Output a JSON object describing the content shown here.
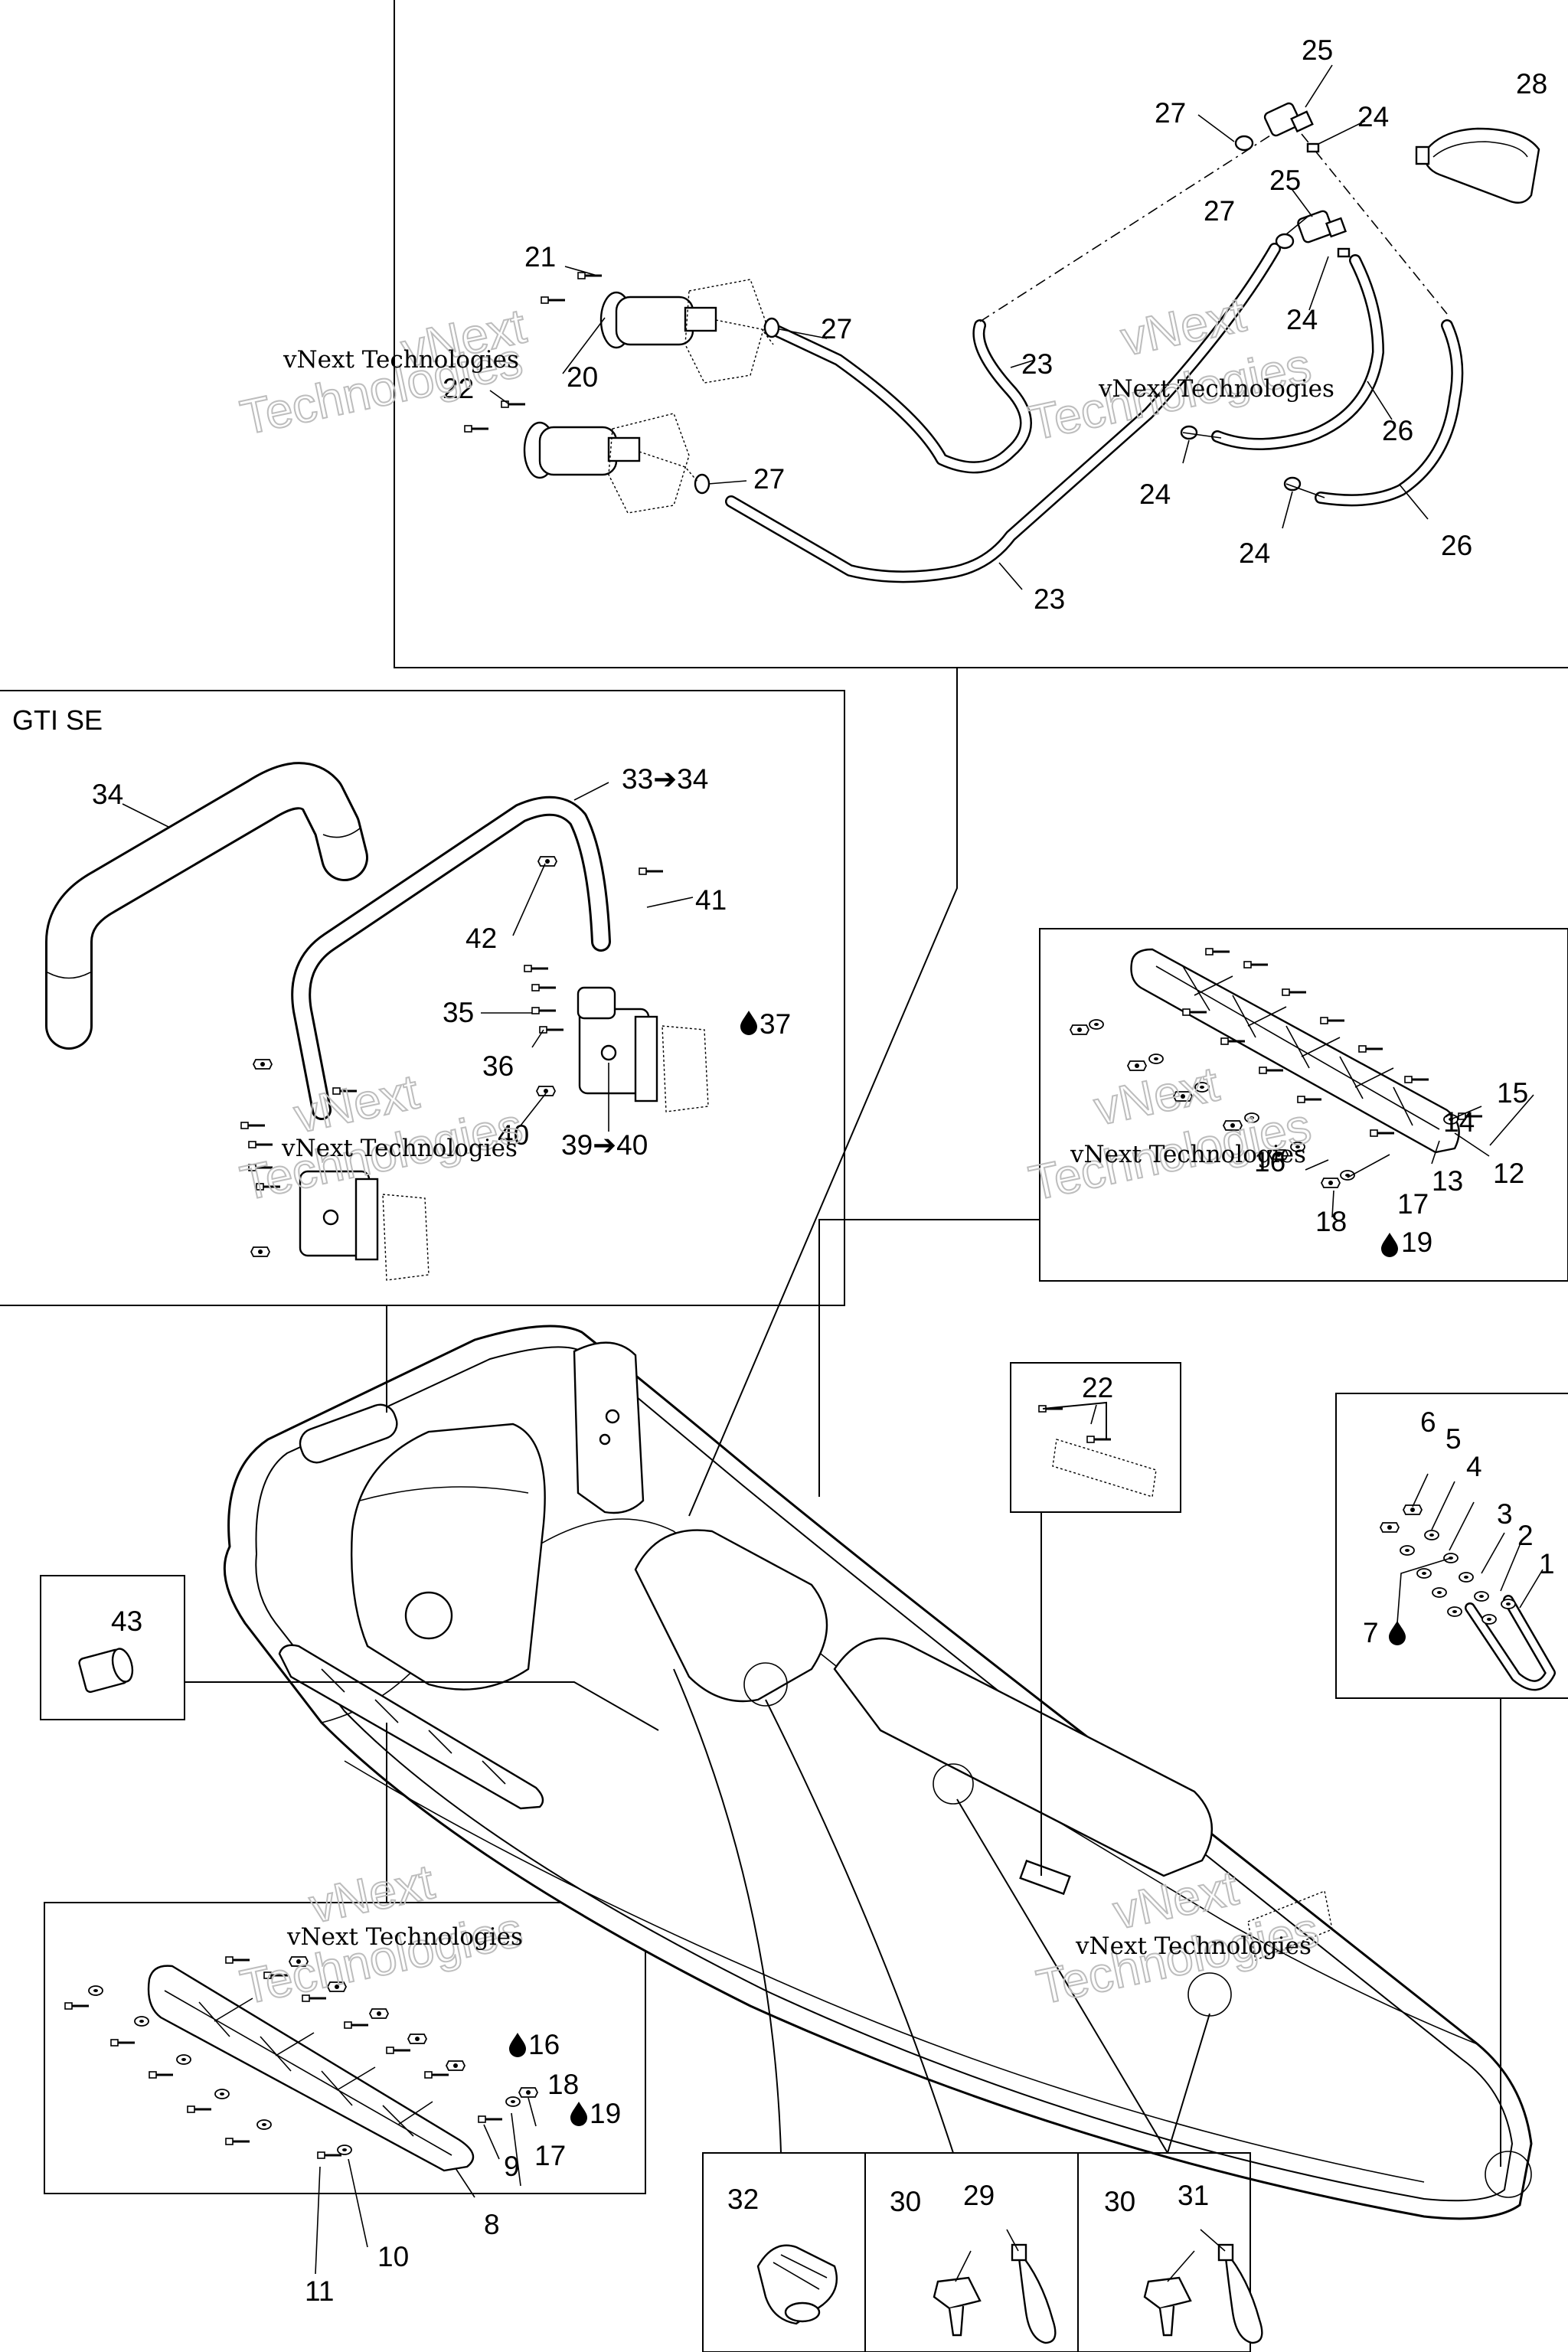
{
  "section_labels": {
    "gti_se": "GTI SE"
  },
  "watermarks": {
    "line1": "vNext Technologies",
    "line2": "Technologies",
    "line2_prefix": "vNext"
  },
  "callouts": {
    "c1": "1",
    "c2": "2",
    "c3": "3",
    "c4": "4",
    "c5": "5",
    "c6": "6",
    "c7": "7",
    "c8": "8",
    "c9": "9",
    "c10": "10",
    "c11": "11",
    "c12": "12",
    "c13": "13",
    "c14": "14",
    "c15": "15",
    "c16": "16",
    "c16b": "16",
    "c17": "17",
    "c17b": "17",
    "c18": "18",
    "c18b": "18",
    "c19": "19",
    "c19b": "19",
    "c20": "20",
    "c21": "21",
    "c22": "22",
    "c22b": "22",
    "c23a": "23",
    "c23b": "23",
    "c24a": "24",
    "c24b": "24",
    "c24c": "24",
    "c24d": "24",
    "c25a": "25",
    "c25b": "25",
    "c26a": "26",
    "c26b": "26",
    "c27a": "27",
    "c27b": "27",
    "c27c": "27",
    "c27d": "27",
    "c28": "28",
    "c29": "29",
    "c30a": "30",
    "c30b": "30",
    "c31": "31",
    "c32": "32",
    "c33": "33➔34",
    "c34": "34",
    "c35": "35",
    "c36": "36",
    "c37": "37",
    "c39": "39➔40",
    "c40": "40",
    "c41": "41",
    "c42": "42",
    "c43": "43"
  },
  "icons": {
    "fluid": "fluid-drop-icon"
  }
}
